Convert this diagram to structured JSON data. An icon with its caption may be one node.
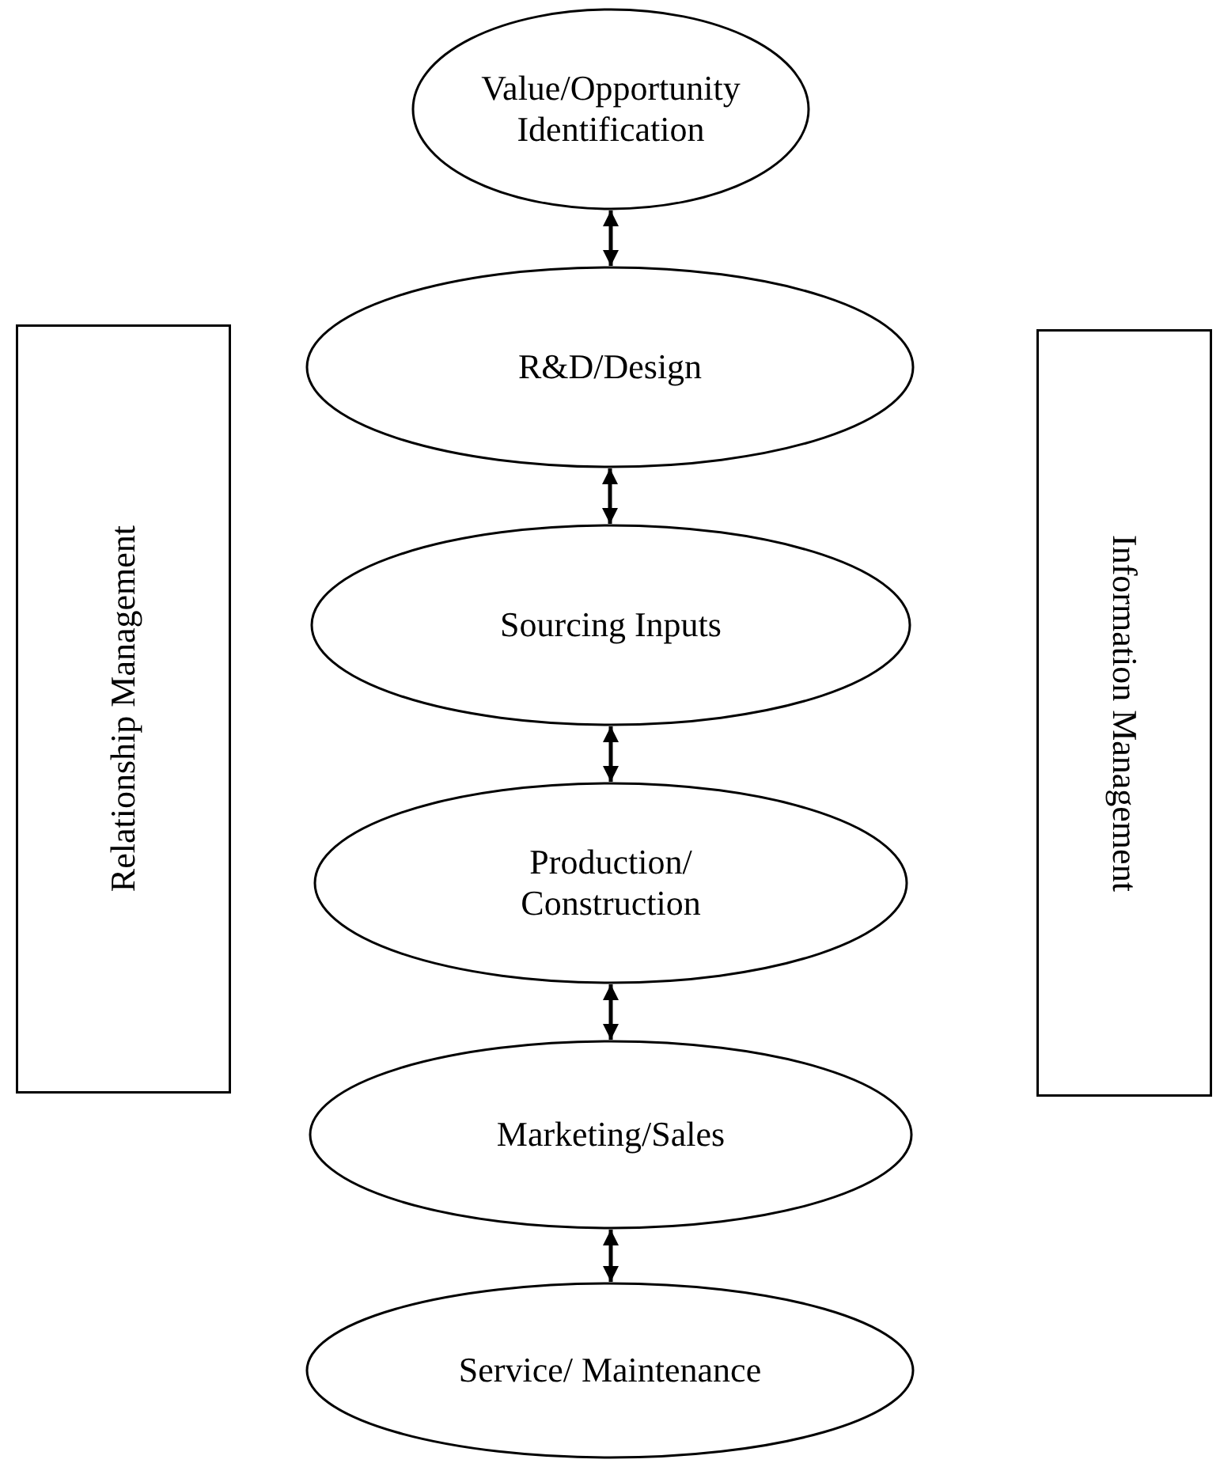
{
  "diagram": {
    "nodes": [
      {
        "text": [
          "Value/Opportunity Identification"
        ]
      },
      {
        "text": [
          "R&D/Design"
        ]
      },
      {
        "text": [
          "Sourcing Inputs"
        ]
      },
      {
        "text": [
          "Production/ Construction"
        ]
      },
      {
        "text": [
          "Marketing/Sales"
        ]
      },
      {
        "text": [
          "Service/ Maintenance"
        ]
      },
      {
        "text": [
          "Relationship Management"
        ]
      },
      {
        "text": [
          "Information Management"
        ]
      }
    ],
    "edges": [
      {
        "from": 0,
        "to": 1,
        "arrow": "both"
      },
      {
        "from": 1,
        "to": 2,
        "arrow": "both"
      },
      {
        "from": 2,
        "to": 3,
        "arrow": "both"
      },
      {
        "from": 3,
        "to": 4,
        "arrow": "both"
      },
      {
        "from": 4,
        "to": 5,
        "arrow": "both"
      }
    ]
  }
}
